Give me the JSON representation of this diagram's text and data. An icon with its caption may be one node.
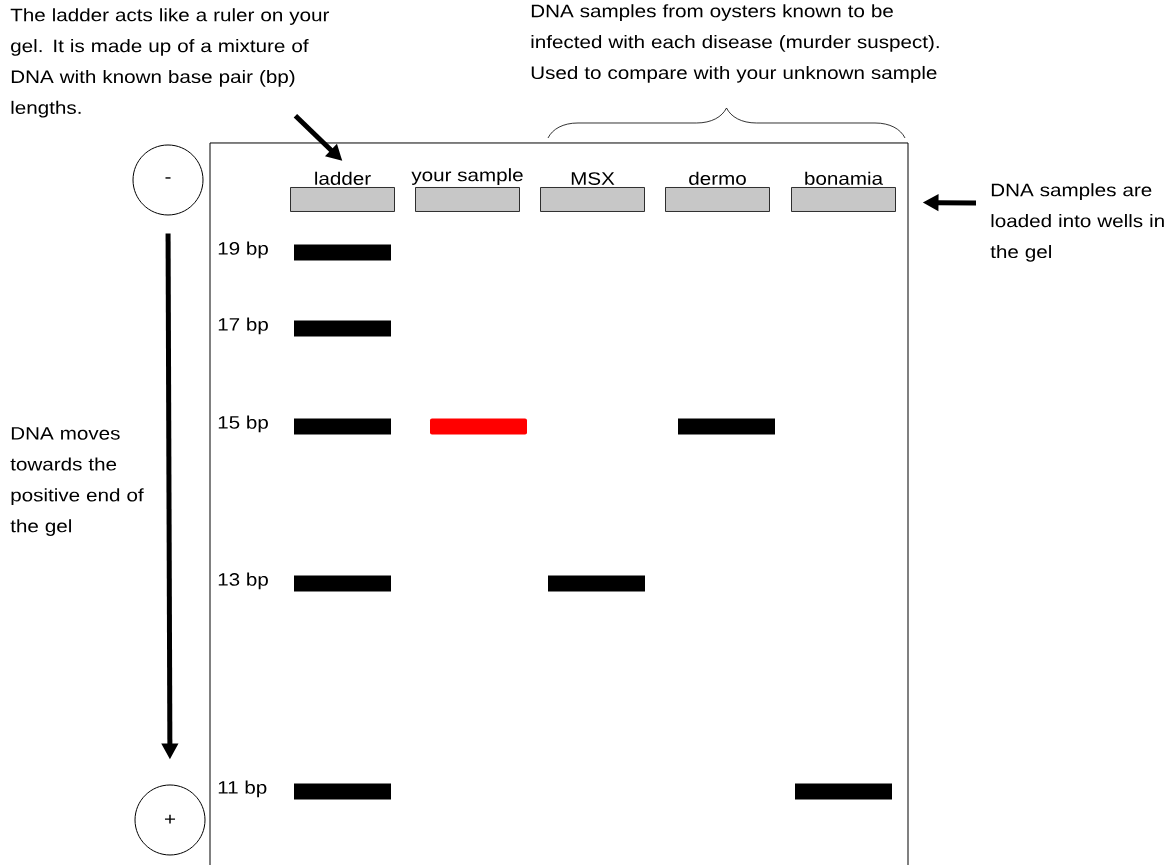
{
  "diagram": {
    "nodes": [
      {
        "text": [
          "The ladder acts like a ruler on your gel. It is made up of a mixture of DNA with known base pair (bp) lengths."
        ]
      },
      {
        "text": [
          "-"
        ]
      },
      {
        "text": [],
        "shape": "box"
      },
      {
        "text": [
          "ladder"
        ],
        "in": 2
      },
      {
        "text": [
          "your sample"
        ],
        "in": 2
      },
      {
        "text": [
          "MSX"
        ],
        "in": 2
      },
      {
        "text": [
          "dermo"
        ],
        "in": 2
      },
      {
        "text": [
          "bonamia"
        ],
        "in": 2
      },
      {
        "text": [
          "DNA samples are loaded into wells in the gel"
        ]
      },
      {
        "text": [],
        "shape": "bar",
        "in": 2
      },
      {
        "text": [],
        "shape": "bar",
        "in": 2
      },
      {
        "text": [],
        "shape": "bar",
        "in": 2
      },
      {
        "text": [],
        "shape": "bar",
        "in": 2
      },
      {
        "text": [],
        "shape": "bar",
        "in": 2
      },
      {
        "text": [],
        "shape": "bar",
        "in": 2
      },
      {
        "text": [],
        "shape": "bar",
        "in": 2
      },
      {
        "text": [],
        "shape": "bar",
        "in": 2
      },
      {
        "text": [],
        "shape": "bar",
        "in": 2
      },
      {
        "text": [
          "+"
        ]
      }
    ],
    "edges": [
      {
        "from": 0,
        "to": 3,
        "arrow": "to"
      },
      {
        "from": 8,
        "to": 2,
        "arrow": "to"
      },
      {
        "from": 1,
        "to": 18,
        "arrow": "to"
      }
    ],
    "labels": [
      "DNA samples from oysters known to be infected with each disease (murder suspect). Used to compare with your unknown sample",
      "19 bp",
      "17 bp",
      "15 bp",
      "DNA moves towards the positive end of the gel",
      "13 bp",
      "11 bp"
    ]
  }
}
